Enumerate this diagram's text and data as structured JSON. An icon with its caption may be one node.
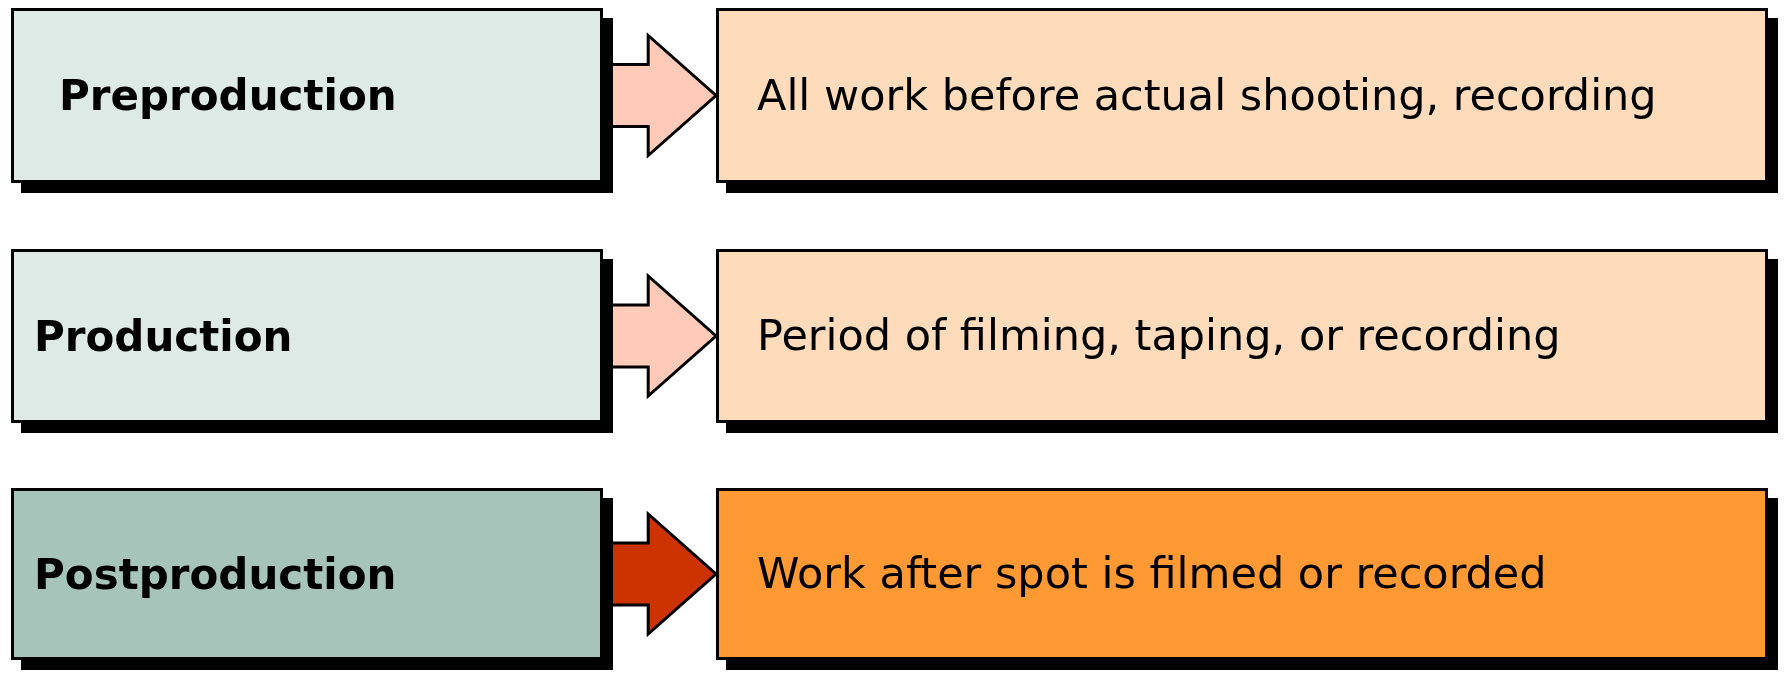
{
  "diagram": {
    "nodes": [
      {
        "text": [
          "Preproduction"
        ]
      },
      {
        "text": [
          "All work before actual shooting, recording"
        ]
      },
      {
        "text": [
          "Production"
        ]
      },
      {
        "text": [
          "Period of filming, taping, or recording"
        ]
      },
      {
        "text": [
          "Postproduction"
        ]
      },
      {
        "text": [
          "Work after spot is filmed or recorded"
        ]
      }
    ],
    "edges": [
      {
        "from": 0,
        "to": 1,
        "arrow": "to"
      },
      {
        "from": 2,
        "to": 3,
        "arrow": "to"
      },
      {
        "from": 4,
        "to": 5,
        "arrow": "to",
        "color": "#cc3300"
      }
    ]
  }
}
